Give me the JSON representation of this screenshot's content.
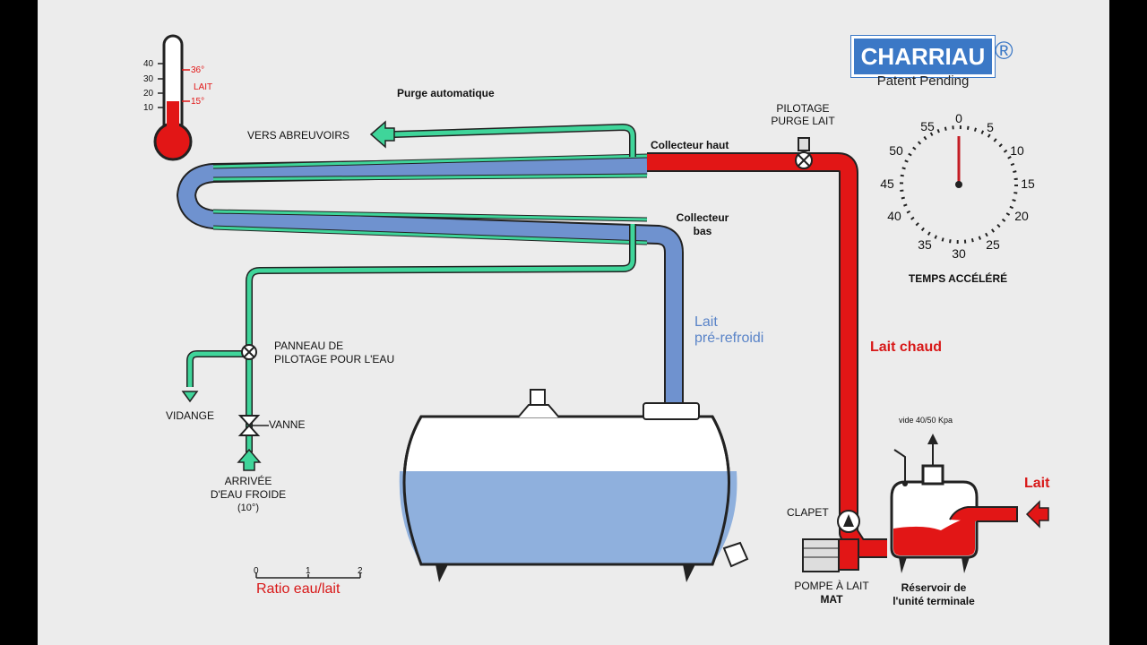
{
  "brand": {
    "name": "CHARRIAU",
    "registered": "®",
    "tagline": "Patent Pending"
  },
  "thermometer": {
    "scale": [
      "40",
      "30",
      "20",
      "10"
    ],
    "mark_high": "36°",
    "label": "LAIT",
    "mark_low": "15°"
  },
  "labels": {
    "purge_auto": "Purge automatique",
    "vers_abreuvoirs": "VERS ABREUVOIRS",
    "collecteur_haut": "Collecteur haut",
    "collecteur_bas_1": "Collecteur",
    "collecteur_bas_2": "bas",
    "pilotage_purge_1": "PILOTAGE",
    "pilotage_purge_2": "PURGE LAIT",
    "panneau_1": "PANNEAU DE",
    "panneau_2": "PILOTAGE POUR L'EAU",
    "vidange": "VIDANGE",
    "vanne": "VANNE",
    "arrivee_1": "ARRIVÉE",
    "arrivee_2": "D'EAU FROIDE",
    "arrivee_3": "(10°)",
    "lait_pre_1": "Lait",
    "lait_pre_2": "pré-refroidi",
    "lait_chaud": "Lait chaud",
    "clapet": "CLAPET",
    "vide": "vide 40/50 Kpa",
    "lait_in": "Lait",
    "pompe_1": "POMPE À LAIT",
    "pompe_2": "MAT",
    "reservoir_1": "Réservoir de",
    "reservoir_2": "l'unité terminale",
    "temps": "TEMPS ACCÉLÉRÉ",
    "ratio_title": "Ratio eau/lait",
    "ratio_ticks": [
      "0",
      "1",
      "2"
    ]
  },
  "timer": {
    "dial_numbers": [
      "0",
      "5",
      "10",
      "15",
      "20",
      "25",
      "30",
      "35",
      "40",
      "45",
      "50",
      "55"
    ],
    "hand_position": "0"
  },
  "colors": {
    "water": "#3fd59a",
    "milk_cool": "#6f92cf",
    "milk_hot": "#e21616",
    "brand": "#3b78c6",
    "tank_fill": "#8fb0dd"
  }
}
